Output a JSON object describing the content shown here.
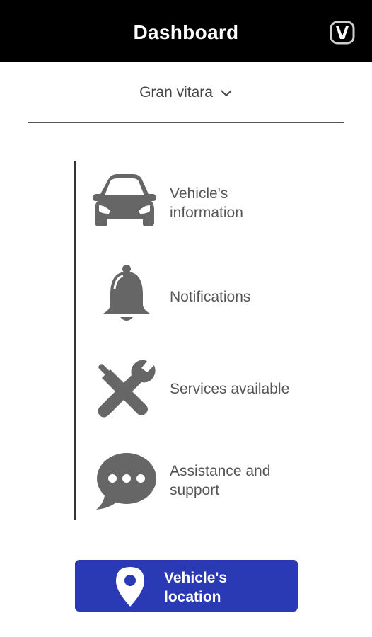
{
  "header": {
    "title": "Dashboard",
    "logo_icon": "brand-logo-icon"
  },
  "vehicle_select": {
    "selected": "Gran vitara",
    "icon": "chevron-down-icon"
  },
  "menu": {
    "items": [
      {
        "label": "Vehicle's\ninformation",
        "icon": "car-icon"
      },
      {
        "label": "Notifications",
        "icon": "bell-icon"
      },
      {
        "label": "Services available",
        "icon": "tools-icon"
      },
      {
        "label": "Assistance and\nsupport",
        "icon": "chat-bubble-icon"
      }
    ]
  },
  "location_button": {
    "label": "Vehicle's\nlocation",
    "icon": "map-pin-icon"
  },
  "colors": {
    "header_bg": "#000000",
    "icon_gray": "#666666",
    "text_gray": "#555555",
    "button_blue": "#2a3ab5"
  }
}
